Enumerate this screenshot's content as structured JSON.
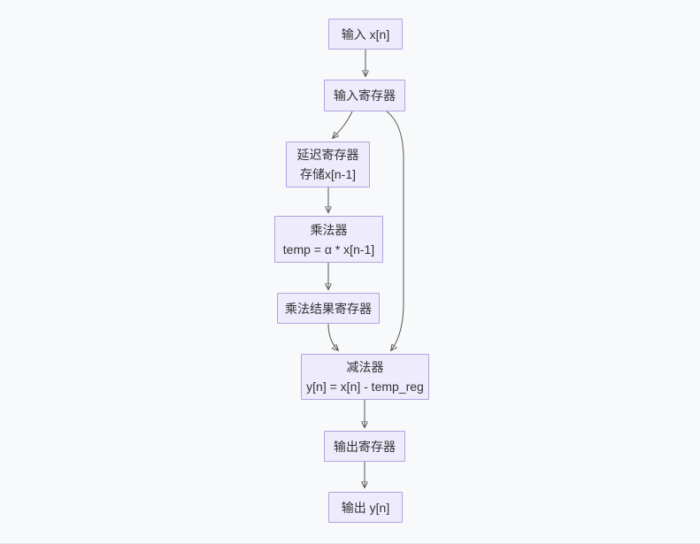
{
  "diagram": {
    "type": "flowchart",
    "direction": "top-to-bottom",
    "background_color": "#f8f9fa",
    "node_fill_color": "#eeebfc",
    "node_border_color": "#b4a2e0",
    "text_color": "#333333",
    "arrow_color": "#555555",
    "nodes": [
      {
        "id": "input",
        "label": "输入 x[n]"
      },
      {
        "id": "input-register",
        "label": "输入寄存器"
      },
      {
        "id": "delay-register",
        "label": "延迟寄存器",
        "sublabel": "存储x[n-1]"
      },
      {
        "id": "multiplier",
        "label": "乘法器",
        "sublabel": "temp = α * x[n-1]"
      },
      {
        "id": "mult-result-register",
        "label": "乘法结果寄存器"
      },
      {
        "id": "subtractor",
        "label": "减法器",
        "sublabel": "y[n] = x[n] - temp_reg"
      },
      {
        "id": "output-register",
        "label": "输出寄存器"
      },
      {
        "id": "output",
        "label": "输出 y[n]"
      }
    ],
    "edges": [
      {
        "from": "input",
        "to": "input-register"
      },
      {
        "from": "input-register",
        "to": "delay-register"
      },
      {
        "from": "delay-register",
        "to": "multiplier"
      },
      {
        "from": "multiplier",
        "to": "mult-result-register"
      },
      {
        "from": "mult-result-register",
        "to": "subtractor"
      },
      {
        "from": "input-register",
        "to": "subtractor"
      },
      {
        "from": "subtractor",
        "to": "output-register"
      },
      {
        "from": "output-register",
        "to": "output"
      }
    ]
  }
}
